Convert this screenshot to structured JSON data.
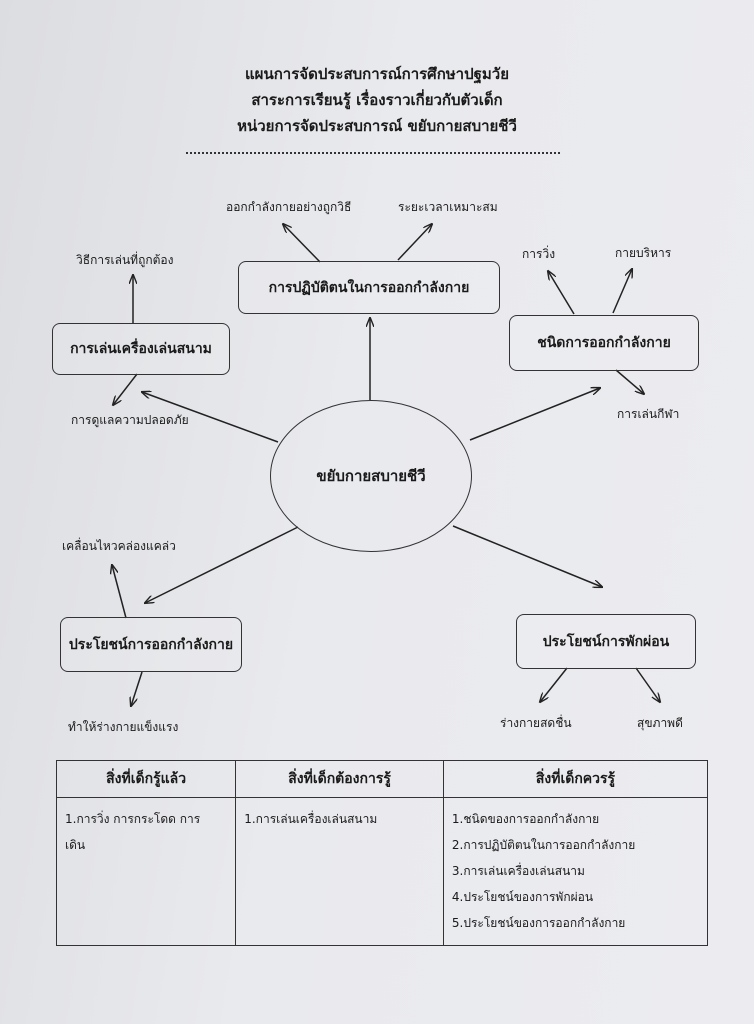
{
  "header": {
    "line1": "แผนการจัดประสบการณ์การศึกษาปฐมวัย",
    "line2": "สาระการเรียนรู้ เรื่องราวเกี่ยวกับตัวเด็ก",
    "line3": "หน่วยการจัดประสบการณ์  ขยับกายสบายชีวี"
  },
  "mindmap": {
    "center": "ขยับกายสบายชีวี",
    "branches": {
      "practice": {
        "label": "การปฏิบัติตนในการออกกำลังกาย",
        "leaves": [
          "ออกกำลังกายอย่างถูกวิธี",
          "ระยะเวลาเหมาะสม"
        ]
      },
      "types": {
        "label": "ชนิดการออกกำลังกาย",
        "leaves": [
          "การวิ่ง",
          "กายบริหาร",
          "การเล่นกีฬา"
        ]
      },
      "playground": {
        "label": "การเล่นเครื่องเล่นสนาม",
        "leaves": [
          "วิธีการเล่นที่ถูกต้อง",
          "การดูแลความปลอดภัย"
        ]
      },
      "exercise_benefits": {
        "label": "ประโยชน์การออกกำลังกาย",
        "leaves": [
          "เคลื่อนไหวคล่องแคล่ว",
          "ทำให้ร่างกายแข็งแรง"
        ]
      },
      "rest_benefits": {
        "label": "ประโยชน์การพักผ่อน",
        "leaves": [
          "ร่างกายสดชื่น",
          "สุขภาพดี"
        ]
      }
    }
  },
  "table": {
    "headers": [
      "สิ่งที่เด็กรู้แล้ว",
      "สิ่งที่เด็กต้องการรู้",
      "สิ่งที่เด็กควรรู้"
    ],
    "known": [
      "1.การวิ่ง การกระโดด  การ",
      "เดิน"
    ],
    "want": [
      "1.การเล่นเครื่องเล่นสนาม"
    ],
    "should": [
      "1.ชนิดของการออกกำลังกาย",
      "2.การปฏิบัติตนในการออกกำลังกาย",
      "3.การเล่นเครื่องเล่นสนาม",
      "4.ประโยชน์ของการพักผ่อน",
      "5.ประโยชน์ของการออกกำลังกาย"
    ]
  }
}
